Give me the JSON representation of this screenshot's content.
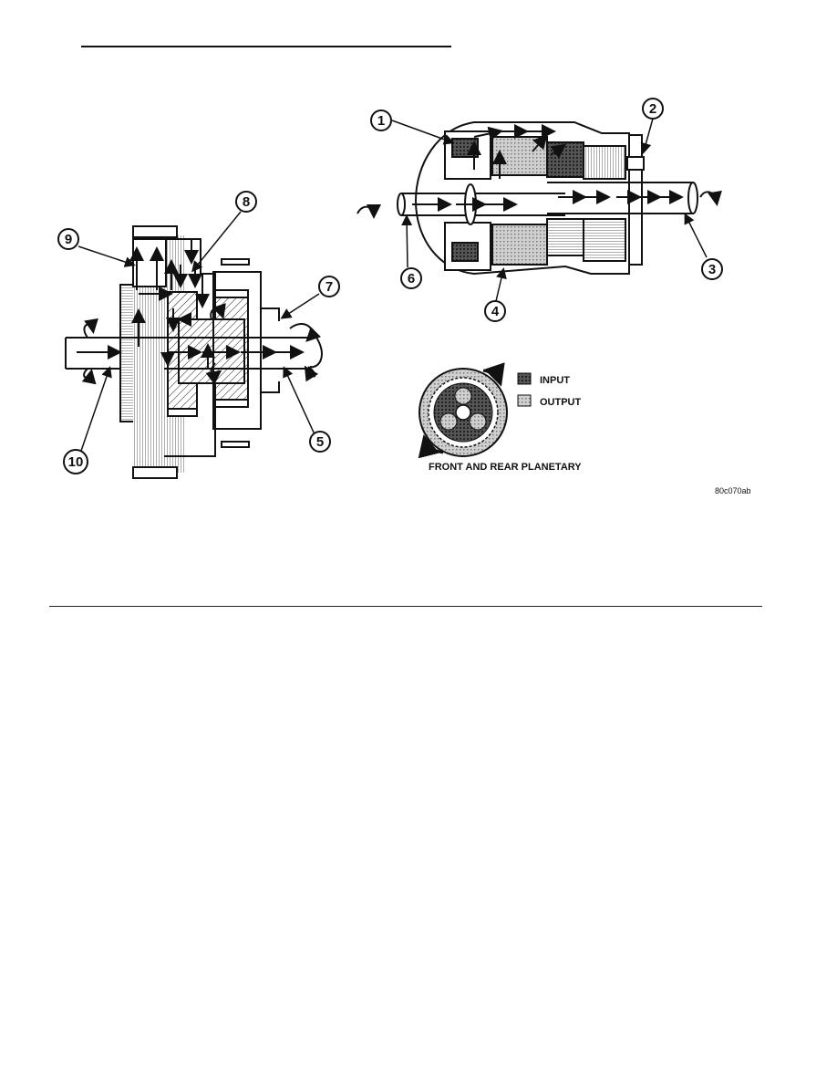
{
  "figure": {
    "callouts": [
      "1",
      "2",
      "3",
      "4",
      "5",
      "6",
      "7",
      "8",
      "9",
      "10"
    ],
    "legend": {
      "input": "INPUT",
      "output": "OUTPUT"
    },
    "caption": "FRONT AND REAR PLANETARY",
    "code": "80c070ab",
    "colors": {
      "ink": "#111111",
      "input_pattern": "#444444",
      "output_pattern": "#9a9a9a"
    }
  }
}
